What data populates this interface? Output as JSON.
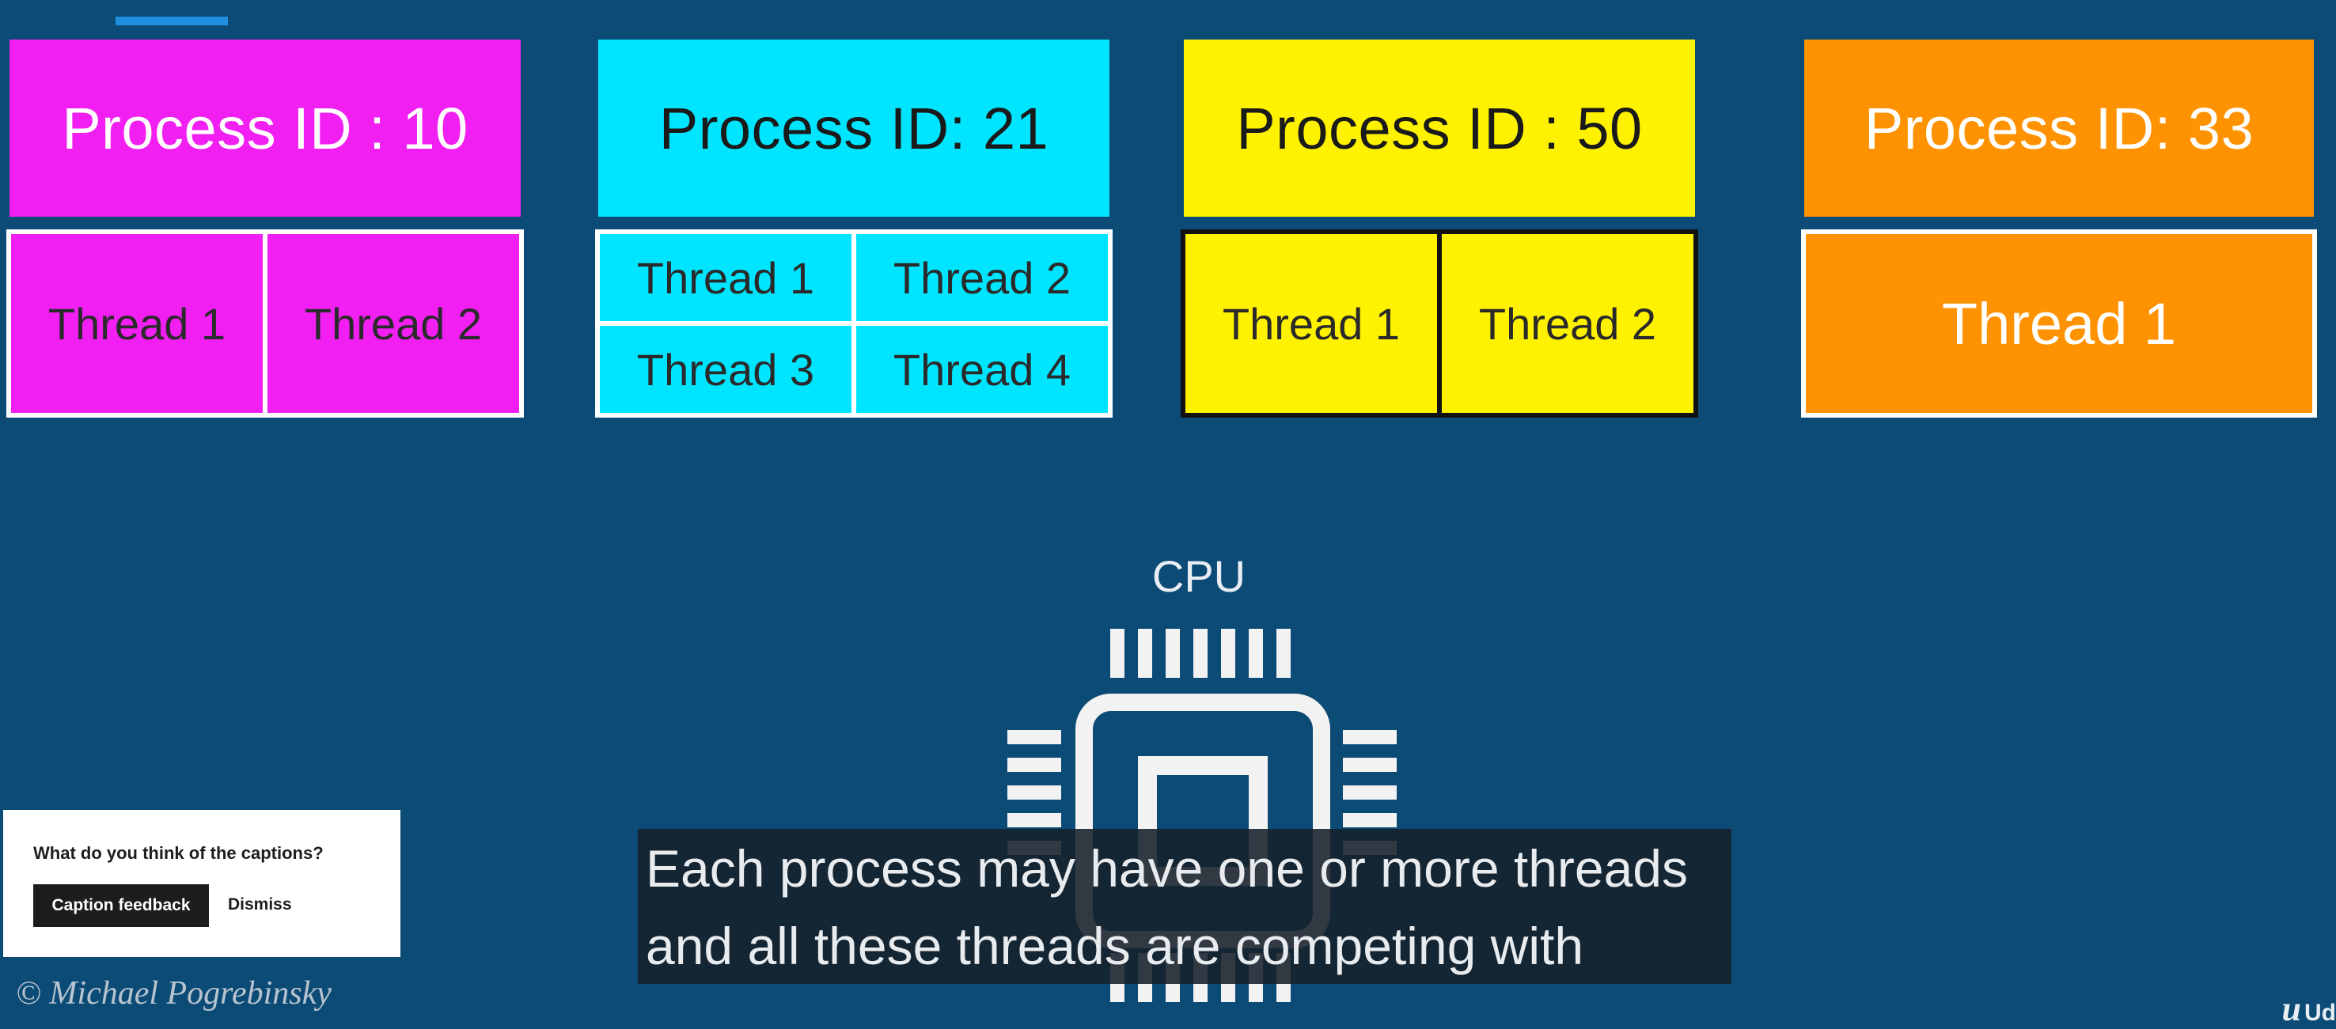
{
  "processes": [
    {
      "label": "Process ID : 10",
      "color": "#f21ff2",
      "threads": [
        "Thread 1",
        "Thread 2"
      ]
    },
    {
      "label": "Process ID: 21",
      "color": "#00e5ff",
      "threads": [
        "Thread 1",
        "Thread 2",
        "Thread 3",
        "Thread 4"
      ]
    },
    {
      "label": "Process ID : 50",
      "color": "#fff200",
      "threads": [
        "Thread 1",
        "Thread 2"
      ]
    },
    {
      "label": "Process ID: 33",
      "color": "#ff9200",
      "threads": [
        "Thread 1"
      ]
    }
  ],
  "cpu": {
    "label": "CPU",
    "icon": "cpu-chip-icon"
  },
  "captions": {
    "line1": "Each process may have one or more threads",
    "line2": "and all these threads are competing with"
  },
  "feedback": {
    "question": "What do you think of the captions?",
    "button": "Caption feedback",
    "dismiss": "Dismiss"
  },
  "copyright": "© Michael Pogrebinsky",
  "brand": {
    "mark": "u",
    "text": "Ud"
  },
  "colors": {
    "background": "#0b4b76",
    "accent_line": "#1f8fe0"
  }
}
